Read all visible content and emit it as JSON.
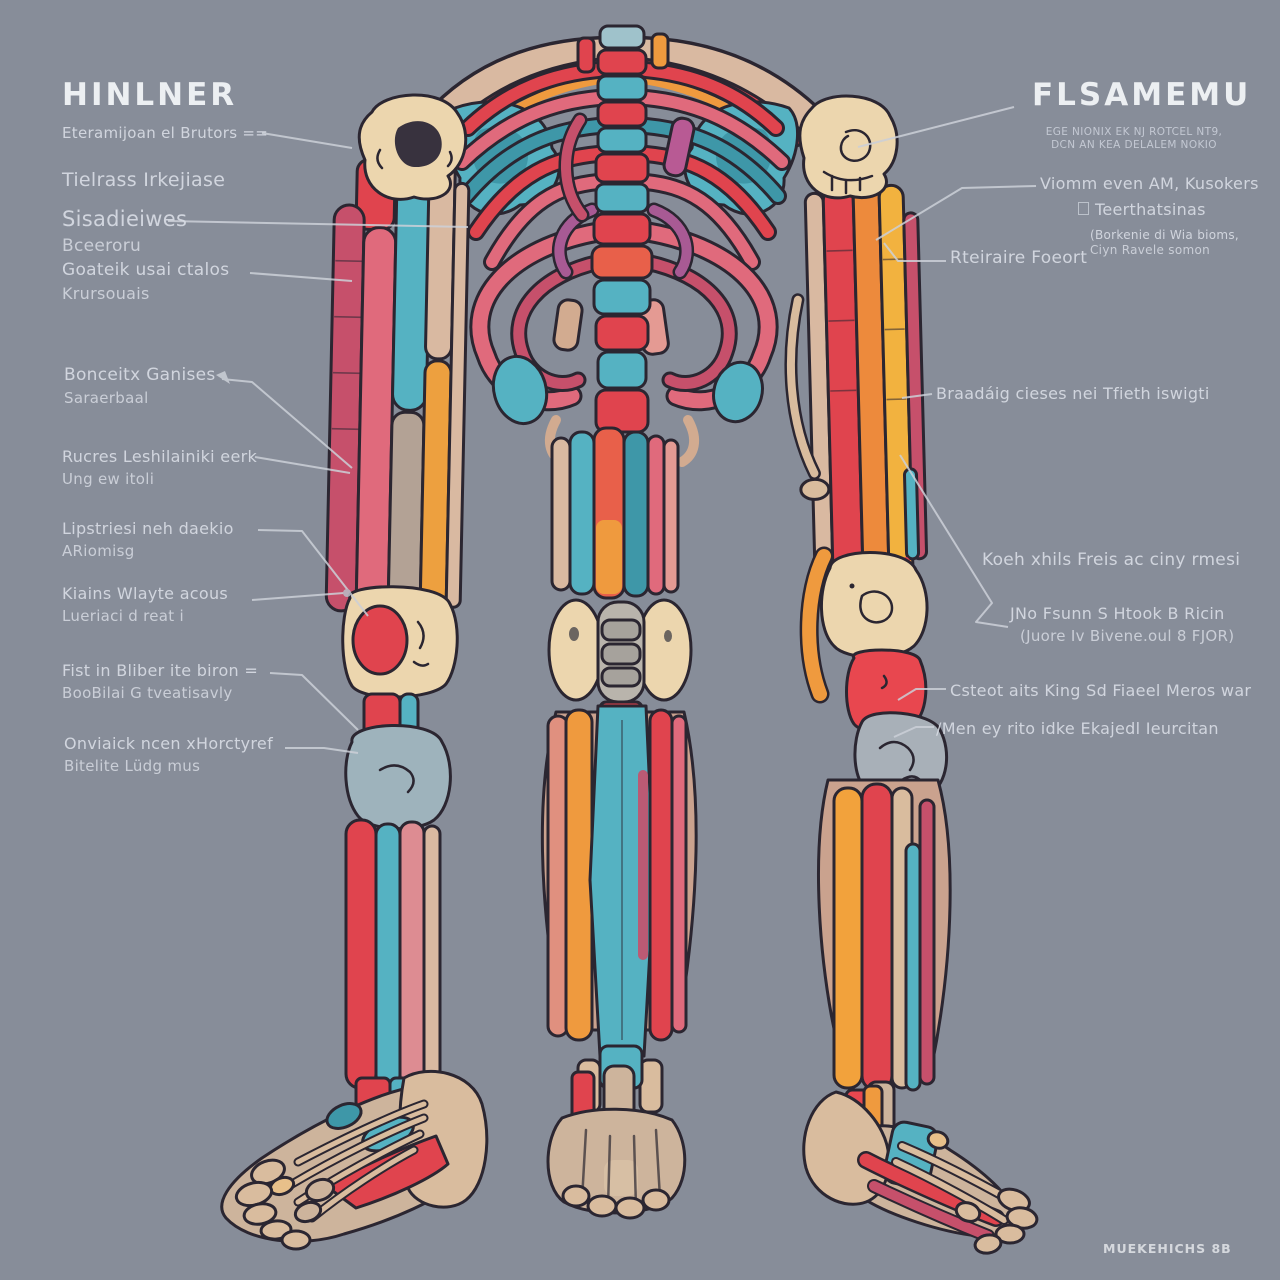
{
  "background_color": "#878d99",
  "palette": {
    "red": "#e0444e",
    "crimson": "#c6506b",
    "pink": "#e06a7c",
    "salmon": "#e49a93",
    "teal": "#55b2c2",
    "teal_dark": "#3e97a8",
    "orange": "#ef9a3e",
    "yellow": "#f2b23f",
    "bone": "#ecd6ae",
    "bone_dark": "#d9bc9e",
    "gray_bone": "#a8b0b8",
    "purple": "#b85a94",
    "outline": "#2b2631",
    "label_text": "#d8dce4",
    "leader_line": "#ccd0d8"
  },
  "left_panel": {
    "title": "HINLNER",
    "labels": [
      {
        "line1": "Eteramijoan el  Brutors  ==",
        "line2": ""
      },
      {
        "line1": "Tielrass Irkejiase",
        "line2": ""
      },
      {
        "line1": "Sisadieiwes",
        "line2": "Bceeroru"
      },
      {
        "line1": "Goateik usai ctalos",
        "line2": "Krursouais"
      },
      {
        "line1": "Bonceitx Ganises",
        "line2": "Saraerbaal"
      },
      {
        "line1": "Rucres Leshilainiki eerk",
        "line2": "Ung ew itoli"
      },
      {
        "line1": "Lipstriesi neh daekio",
        "line2": "ARiomisg"
      },
      {
        "line1": "Kiains Wlayte acous",
        "line2": "Lueriaci d reat i"
      },
      {
        "line1": "Fist in Bliber ite biron =",
        "line2": "BooBilai G tveatisavly"
      },
      {
        "line1": "Onviaick ncen xHorctyref",
        "line2": "Bitelite Lüdg mus"
      }
    ]
  },
  "right_panel": {
    "title": "FLSAMEMU",
    "subtitle_lines": [
      "EGE NIONIX EK NJ ROTCEL NT9,",
      "DCN AN KEA DELALEM NOKIO"
    ],
    "labels": [
      {
        "line1": "Viomm even AM, Kusokers",
        "line2": ""
      },
      {
        "line1": "Teerthatsinas",
        "line2": ""
      },
      {
        "line1": "(Borkenie di Wia bioms,",
        "line2": "Ciyn Ravele somon"
      },
      {
        "line1": "Rteiraire Foeort",
        "line2": ""
      },
      {
        "line1": "Braadáig cieses nei Tfieth iswigti",
        "line2": ""
      },
      {
        "line1": "Koeh xhils Freis ac ciny rmesi",
        "line2": ""
      },
      {
        "line1": "JNo Fsunn S Htook B Ricin",
        "line2": "(Juore Iv Bivene.oul 8 FJOR)"
      },
      {
        "line1": "Csteot aits King Sd Fiaeel Meros war",
        "line2": ""
      },
      {
        "line1": "/Men ey rito idke Ekajedl Ieurcitan",
        "line2": ""
      }
    ]
  },
  "watermark": "MUEKEHICHS 8B"
}
